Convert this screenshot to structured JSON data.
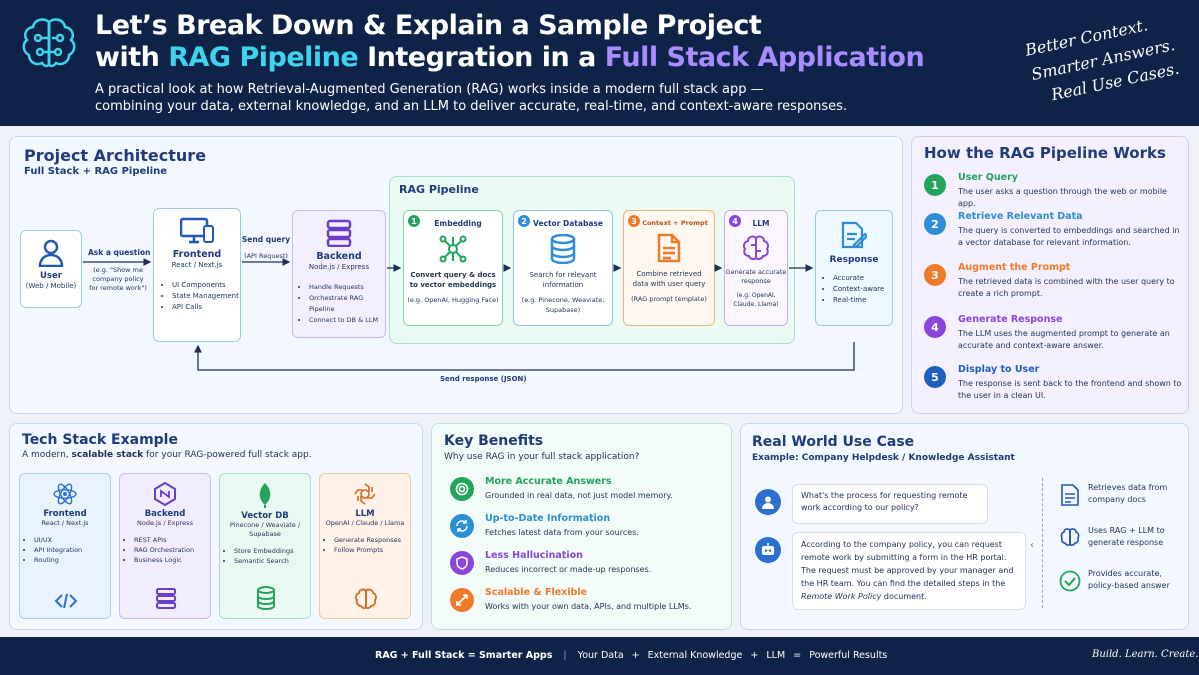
{
  "header": {
    "title_line1": "Let’s Break Down & Explain a Sample Project",
    "title_line2_pre": "with ",
    "title_line2_hl1": "RAG Pipeline",
    "title_line2_mid": " Integration in a ",
    "title_line2_hl2": "Full Stack Application",
    "subtitle_line1": "A practical look at how Retrieval-Augmented Generation (RAG) works inside a modern full stack app —",
    "subtitle_line2": "combining your data, external knowledge, and an LLM to deliver accurate, real-time, and context-aware responses.",
    "tagline": [
      "Better Context.",
      "Smarter Answers.",
      "Real Use Cases."
    ]
  },
  "architecture": {
    "title": "Project Architecture",
    "subtitle": "Full Stack + RAG Pipeline",
    "user": {
      "label": "User",
      "sub": "(Web / Mobile)"
    },
    "ask": {
      "label": "Ask a question",
      "example": "(e.g. \"Show me company policy for remote work\")"
    },
    "frontend": {
      "title": "Frontend",
      "sub": "React / Next.js",
      "items": [
        "UI Components",
        "State Management",
        "API Calls"
      ]
    },
    "send_query": {
      "label": "Send query",
      "sub": "(API Request)"
    },
    "backend": {
      "title": "Backend",
      "sub": "Node.js / Express",
      "items": [
        "Handle Requests",
        "Orchestrate RAG Pipeline",
        "Connect to DB & LLM"
      ]
    },
    "pipeline_title": "RAG Pipeline",
    "steps": [
      {
        "num": "1",
        "title": "Embedding",
        "desc": "Convert query & docs to vector embeddings",
        "example": "(e.g. OpenAI, Hugging Face)"
      },
      {
        "num": "2",
        "title": "Vector Database",
        "desc": "Search for relevant information",
        "example": "(e.g. Pinecone, Weaviate, Supabase)"
      },
      {
        "num": "3",
        "title": "Context + Prompt",
        "desc": "Combine retrieved data with user query",
        "example": "(RAG prompt template)"
      },
      {
        "num": "4",
        "title": "LLM",
        "desc": "Generate accurate response",
        "example": "(e.g. OpenAI, Claude, Llama)"
      }
    ],
    "response": {
      "title": "Response",
      "items": [
        "Accurate",
        "Context-aware",
        "Real-time"
      ]
    },
    "send_response": "Send response (JSON)"
  },
  "how": {
    "title": "How the RAG Pipeline Works",
    "steps": [
      {
        "num": "1",
        "title": "User Query",
        "desc": "The user asks a question through the web or mobile app.",
        "color": "#22a45d"
      },
      {
        "num": "2",
        "title": "Retrieve Relevant Data",
        "desc": "The query is converted to embeddings and searched in a vector database for relevant information.",
        "color": "#2d8ed6"
      },
      {
        "num": "3",
        "title": "Augment the Prompt",
        "desc": "The retrieved data is combined with the user query to create a rich prompt.",
        "color": "#ef7a2a"
      },
      {
        "num": "4",
        "title": "Generate Response",
        "desc": "The LLM uses the augmented prompt to generate an accurate and context-aware answer.",
        "color": "#8a46d8"
      },
      {
        "num": "5",
        "title": "Display to User",
        "desc": "The response is sent back to the frontend and shown to the user in a clean UI.",
        "color": "#1f5fbf"
      }
    ]
  },
  "tech": {
    "title": "Tech Stack Example",
    "subtitle_pre": "A modern, ",
    "subtitle_bold": "scalable stack",
    "subtitle_post": " for your RAG-powered full stack app.",
    "cards": [
      {
        "title": "Frontend",
        "sub": "React / Next.js",
        "items": [
          "UI/UX",
          "API Integration",
          "Routing"
        ]
      },
      {
        "title": "Backend",
        "sub": "Node.js / Express",
        "items": [
          "REST APIs",
          "RAG Orchestration",
          "Business Logic"
        ]
      },
      {
        "title": "Vector DB",
        "sub": "Pinecone / Weaviate / Supabase",
        "items": [
          "Store Embeddings",
          "Semantic Search"
        ]
      },
      {
        "title": "LLM",
        "sub": "OpenAI / Claude / Llama",
        "items": [
          "Generate Responses",
          "Follow Prompts"
        ]
      }
    ]
  },
  "benefits": {
    "title": "Key Benefits",
    "subtitle": "Why use RAG in your full stack application?",
    "items": [
      {
        "title": "More Accurate Answers",
        "desc": "Grounded in real data, not just model memory."
      },
      {
        "title": "Up-to-Date Information",
        "desc": "Fetches latest data from your sources."
      },
      {
        "title": "Less Hallucination",
        "desc": "Reduces incorrect or made-up responses."
      },
      {
        "title": "Scalable & Flexible",
        "desc": "Works with your own data, APIs, and multiple LLMs."
      }
    ]
  },
  "usecase": {
    "title": "Real World Use Case",
    "subtitle": "Example: Company Helpdesk / Knowledge Assistant",
    "question": "What's the process for requesting remote work according to our policy?",
    "answer_pre": "According to the company policy, you can request remote work by submitting a form in the HR portal. The request must be approved by your manager and the HR team. You can find the detailed steps in the ",
    "answer_em": "Remote Work Policy",
    "answer_post": " document.",
    "features": [
      "Retrieves data from company docs",
      "Uses RAG + LLM to generate response",
      "Provides accurate, policy-based answer"
    ]
  },
  "footer": {
    "p1": "RAG + Full Stack = Smarter Apps",
    "sep": "|",
    "p2": "Your Data",
    "plus1": "+",
    "p3": "External Knowledge",
    "plus2": "+",
    "p4": "LLM",
    "eq": "=",
    "p5": "Powerful Results",
    "sign": "Build. Learn. Create."
  },
  "colors": {
    "navy": "#0f2348",
    "cyan": "#3fd4ee",
    "purple": "#a98cff",
    "green": "#22a45d",
    "blue": "#2d8ed6",
    "orange": "#ef7a2a",
    "violet": "#8a46d8"
  }
}
